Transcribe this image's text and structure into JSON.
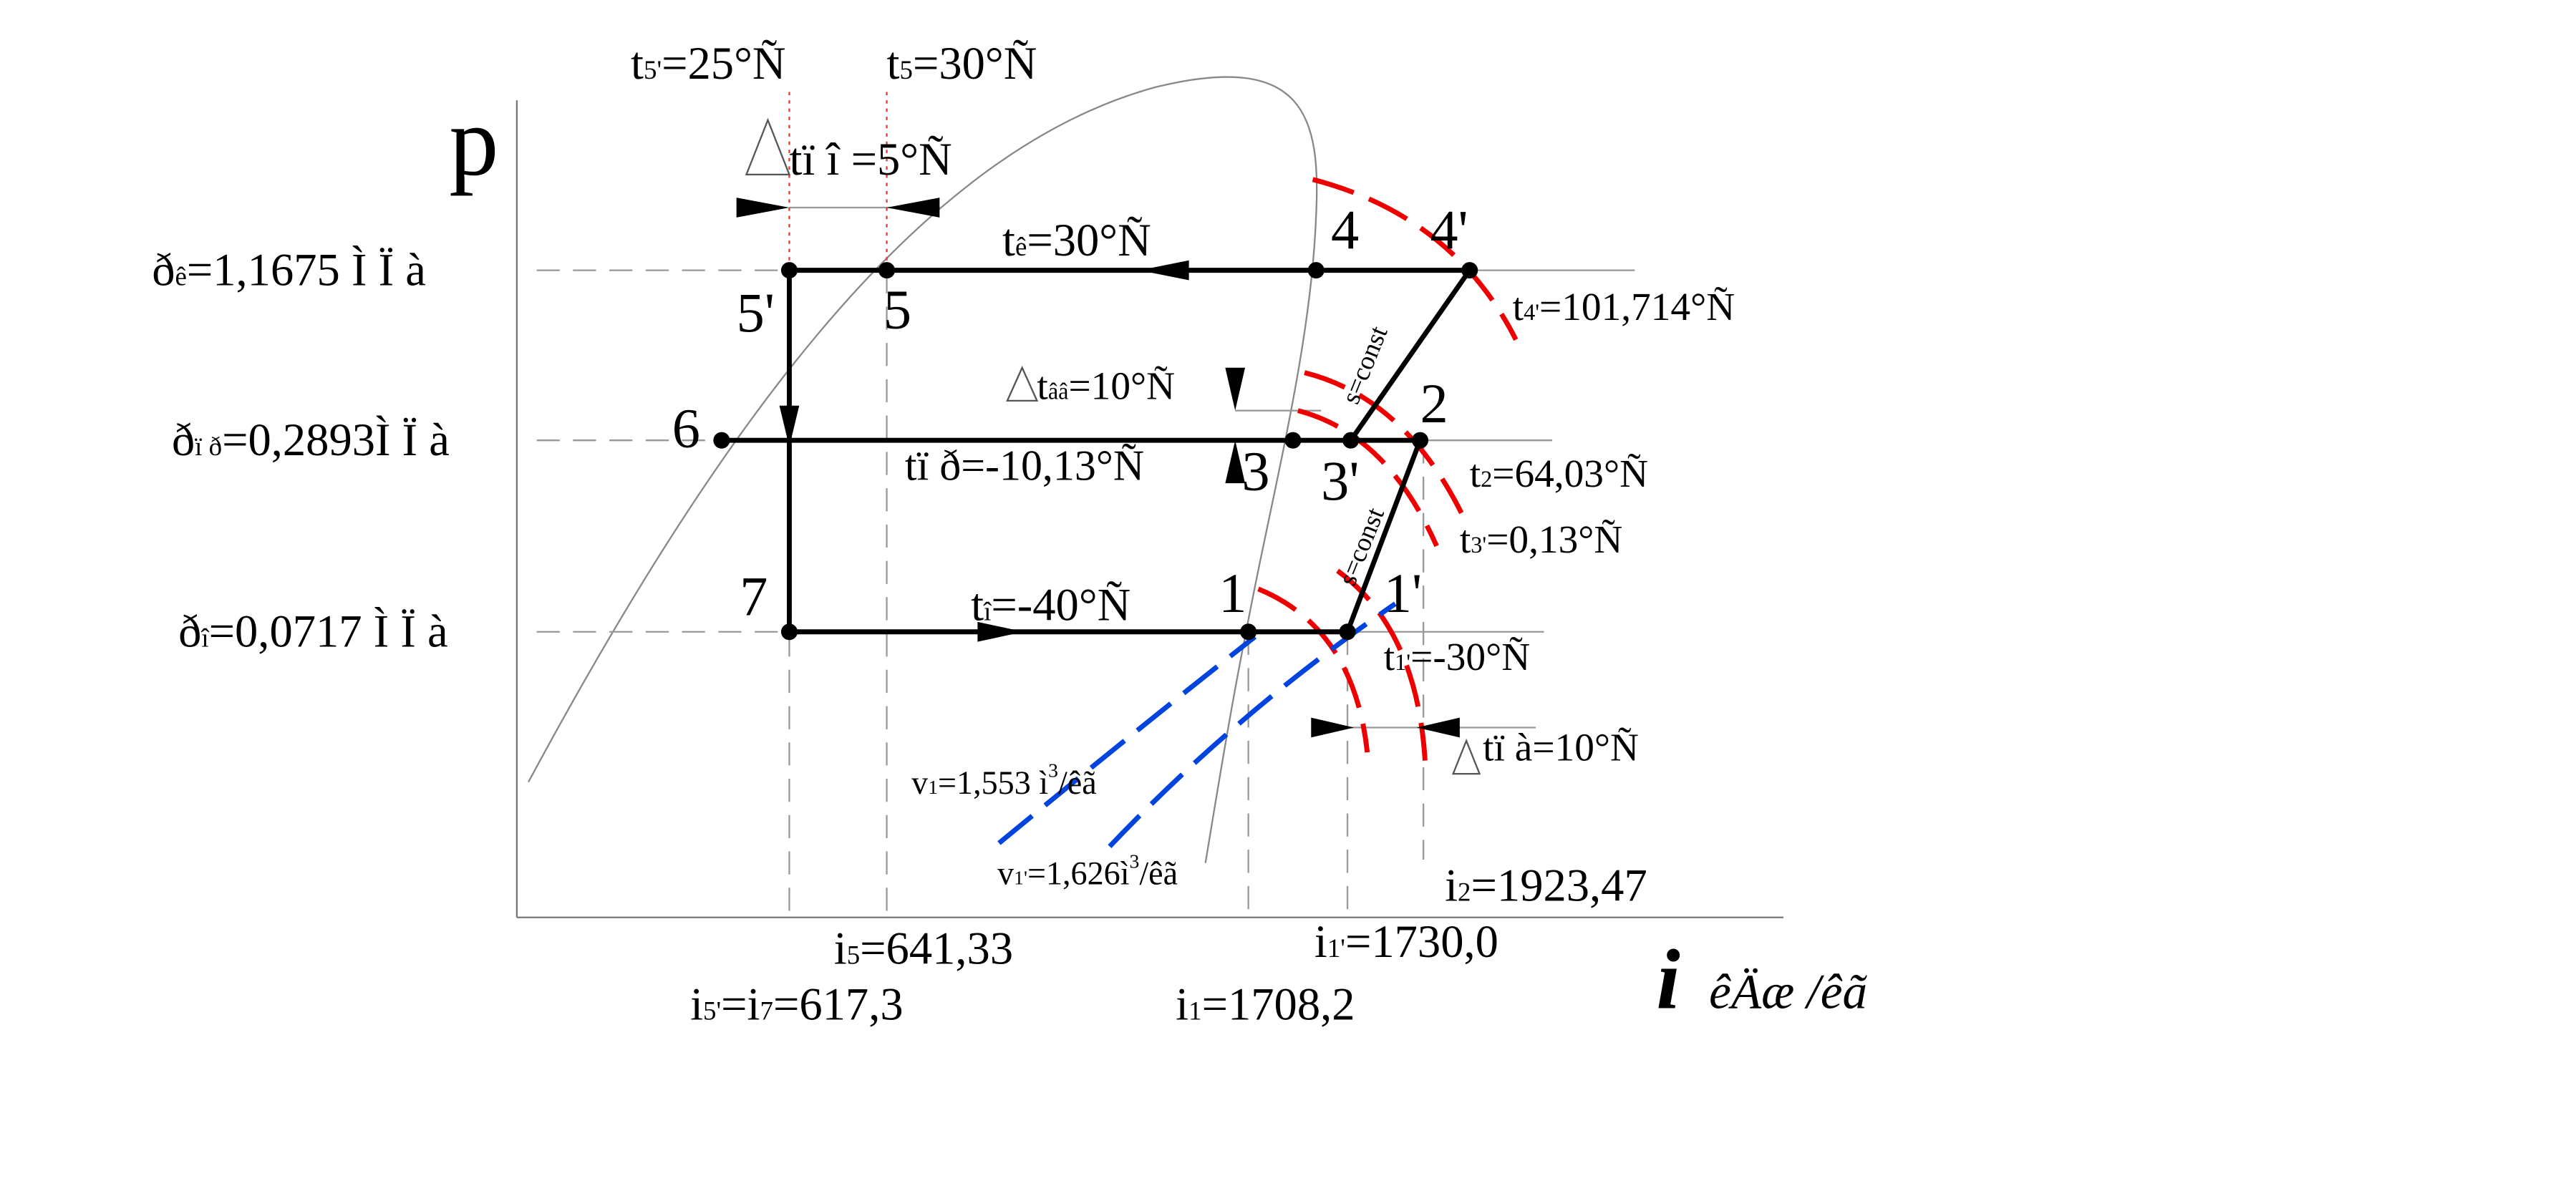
{
  "axes": {
    "y_label": "p",
    "x_label_main": "i",
    "x_label_unit": "êÄæ /êã"
  },
  "pressures": {
    "pk": {
      "main": "ð",
      "sub": "ê",
      "rest": "=1,1675 Ì Ï à"
    },
    "ppr": {
      "main": "ð",
      "sub": "ï ð",
      "rest": "=0,2893Ì Ï à"
    },
    "p0": {
      "main": "ð",
      "sub": "î",
      "rest": "=0,0717 Ì Ï à"
    }
  },
  "temperatures": {
    "t5p": {
      "main": "t",
      "sub": "5'",
      "rest": "=25°Ñ"
    },
    "t5": {
      "main": "t",
      "sub": "5",
      "rest": "=30°Ñ"
    },
    "dt_po": {
      "main": "tï î",
      "rest": " =5°Ñ"
    },
    "tk": {
      "main": "t",
      "sub": "ê",
      "rest": "=30°Ñ"
    },
    "t4p": {
      "main": "t",
      "sub": "4'",
      "rest": "=101,714°Ñ"
    },
    "dt_vv": {
      "main": "t",
      "sub": "ââ",
      "rest": "=10°Ñ"
    },
    "tpr": {
      "main": "tï ð",
      "rest": "=-10,13°Ñ"
    },
    "t2": {
      "main": "t",
      "sub": "2",
      "rest": "=64,03°Ñ"
    },
    "t3p": {
      "main": "t",
      "sub": "3'",
      "rest": "=0,13°Ñ"
    },
    "t0": {
      "main": "t",
      "sub": "î",
      "rest": "=-40°Ñ"
    },
    "t1p": {
      "main": "t",
      "sub": "1'",
      "rest": "=-30°Ñ"
    },
    "dt_pa": {
      "main": "tï à",
      "rest": "=10°Ñ"
    }
  },
  "volumes": {
    "v1": {
      "main": "v",
      "sub": "1",
      "rest": "=1,553 ì",
      "sup": "3",
      "tail": "/êã"
    },
    "v1p": {
      "main": "v",
      "sub": "1'",
      "rest": "=1,626ì",
      "sup": "3",
      "tail": "/êã"
    }
  },
  "enthalpies": {
    "i2": {
      "main": "i",
      "sub": "2",
      "rest": "=1923,47"
    },
    "i5": {
      "main": "i",
      "sub": "5",
      "rest": "=641,33"
    },
    "i1p": {
      "main": "i",
      "sub": "1'",
      "rest": "=1730,0"
    },
    "i5p7": {
      "main": "i",
      "sub": "5'",
      "mid": "=i",
      "sub2": "7",
      "rest": "=617,3"
    },
    "i1": {
      "main": "i",
      "sub": "1",
      "rest": "=1708,2"
    }
  },
  "points": {
    "p1": "1",
    "p1p": "1'",
    "p2": "2",
    "p3": "3",
    "p3p": "3'",
    "p4": "4",
    "p4p": "4'",
    "p5": "5",
    "p5p": "5'",
    "p6": "6",
    "p7": "7"
  },
  "isentropes": {
    "upper": "s=const",
    "lower": "s=const"
  }
}
